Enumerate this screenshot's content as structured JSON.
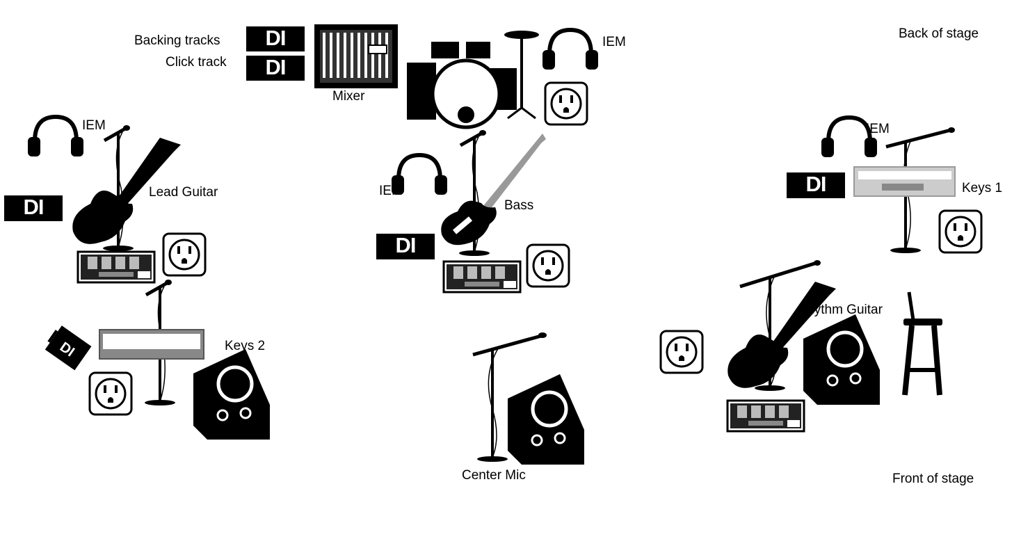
{
  "corner_labels": {
    "back": "Back of stage",
    "front": "Front of stage"
  },
  "labels": {
    "backing_tracks": "Backing tracks",
    "click_track": "Click track",
    "mixer": "Mixer",
    "iem": "IEM",
    "lead_guitar": "Lead Guitar",
    "bass": "Bass",
    "keys1": "Keys 1",
    "keys2": "Keys 2",
    "rhythm_guitar": "Rythm Guitar",
    "center_mic": "Center Mic"
  },
  "di_text": "DI"
}
